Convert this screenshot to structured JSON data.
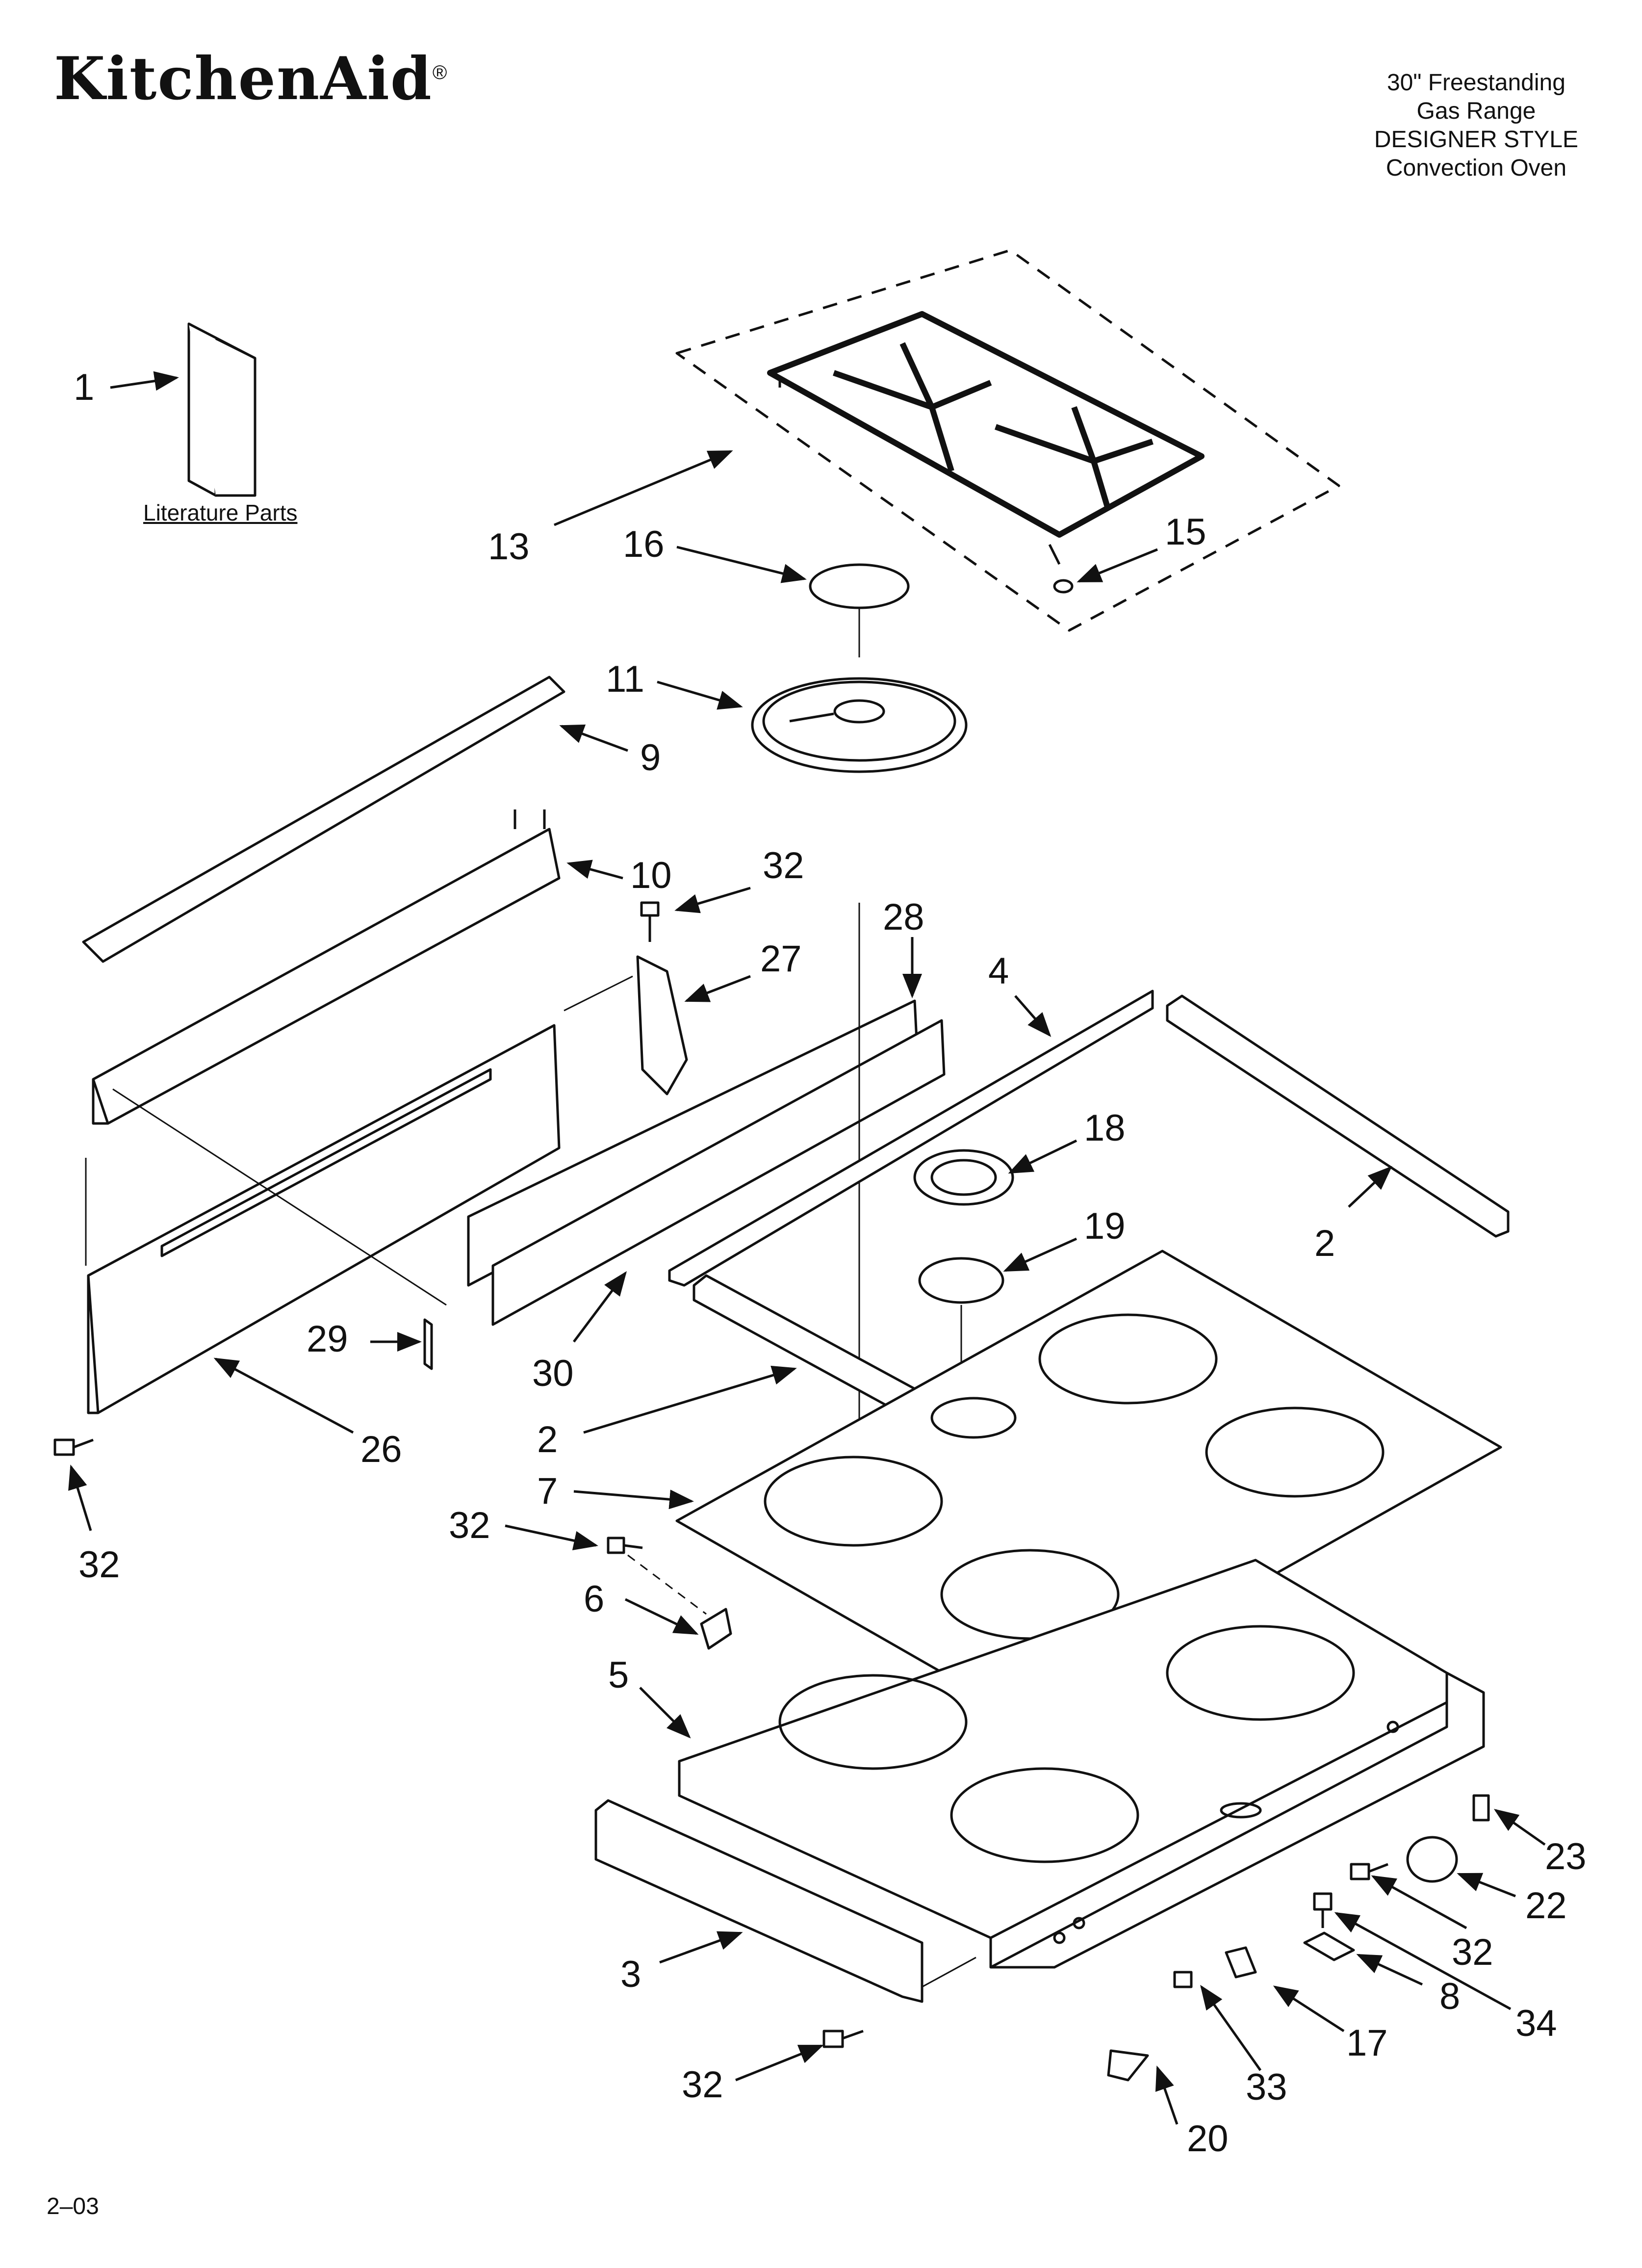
{
  "brand": {
    "logo_text": "KitchenAid",
    "registered_mark": "®"
  },
  "header": {
    "line1": "30\" Freestanding",
    "line2": "Gas Range",
    "line3": "DESIGNER STYLE",
    "line4": "Convection Oven"
  },
  "literature_label": "Literature Parts",
  "footer_code": "2–03",
  "callouts": [
    {
      "id": "c1",
      "label": "1"
    },
    {
      "id": "c13",
      "label": "13"
    },
    {
      "id": "c16",
      "label": "16"
    },
    {
      "id": "c15",
      "label": "15"
    },
    {
      "id": "c11",
      "label": "11"
    },
    {
      "id": "c9",
      "label": "9"
    },
    {
      "id": "c10",
      "label": "10"
    },
    {
      "id": "c32a",
      "label": "32"
    },
    {
      "id": "c28",
      "label": "28"
    },
    {
      "id": "c27",
      "label": "27"
    },
    {
      "id": "c4",
      "label": "4"
    },
    {
      "id": "c18",
      "label": "18"
    },
    {
      "id": "c19",
      "label": "19"
    },
    {
      "id": "c2a",
      "label": "2"
    },
    {
      "id": "c29",
      "label": "29"
    },
    {
      "id": "c30",
      "label": "30"
    },
    {
      "id": "c26",
      "label": "26"
    },
    {
      "id": "c2b",
      "label": "2"
    },
    {
      "id": "c7",
      "label": "7"
    },
    {
      "id": "c32b",
      "label": "32"
    },
    {
      "id": "c32c",
      "label": "32"
    },
    {
      "id": "c6",
      "label": "6"
    },
    {
      "id": "c5",
      "label": "5"
    },
    {
      "id": "c23",
      "label": "23"
    },
    {
      "id": "c22",
      "label": "22"
    },
    {
      "id": "c32d",
      "label": "32"
    },
    {
      "id": "c3",
      "label": "3"
    },
    {
      "id": "c8",
      "label": "8"
    },
    {
      "id": "c34",
      "label": "34"
    },
    {
      "id": "c17",
      "label": "17"
    },
    {
      "id": "c33",
      "label": "33"
    },
    {
      "id": "c32e",
      "label": "32"
    },
    {
      "id": "c20",
      "label": "20"
    }
  ]
}
